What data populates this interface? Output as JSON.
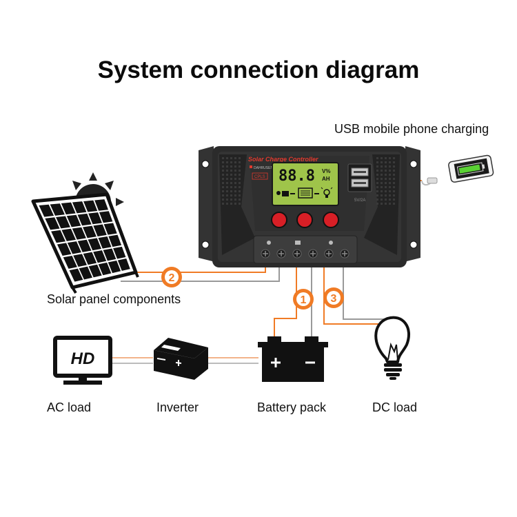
{
  "title": "System connection diagram",
  "labels": {
    "usb": "USB mobile phone charging",
    "solar": "Solar panel components",
    "ac_load": "AC load",
    "inverter": "Inverter",
    "battery": "Battery pack",
    "dc_load": "DC load"
  },
  "controller": {
    "title": "Solar Charge Controller",
    "brand": "DAHRUSEN",
    "tag": "CPLS",
    "lcd_value": "88.8",
    "lcd_unit_top": "V%",
    "lcd_unit_bottom": "AH",
    "usb_label": "5V/2A"
  },
  "ac_screen_text": "HD",
  "badges": [
    "1",
    "2",
    "3"
  ],
  "colors": {
    "accent_orange": "#f07b25",
    "wire_gray": "#999999",
    "controller_body": "#2a2a2a",
    "lcd_green": "#9fc44a",
    "button_red": "#d81f26"
  }
}
